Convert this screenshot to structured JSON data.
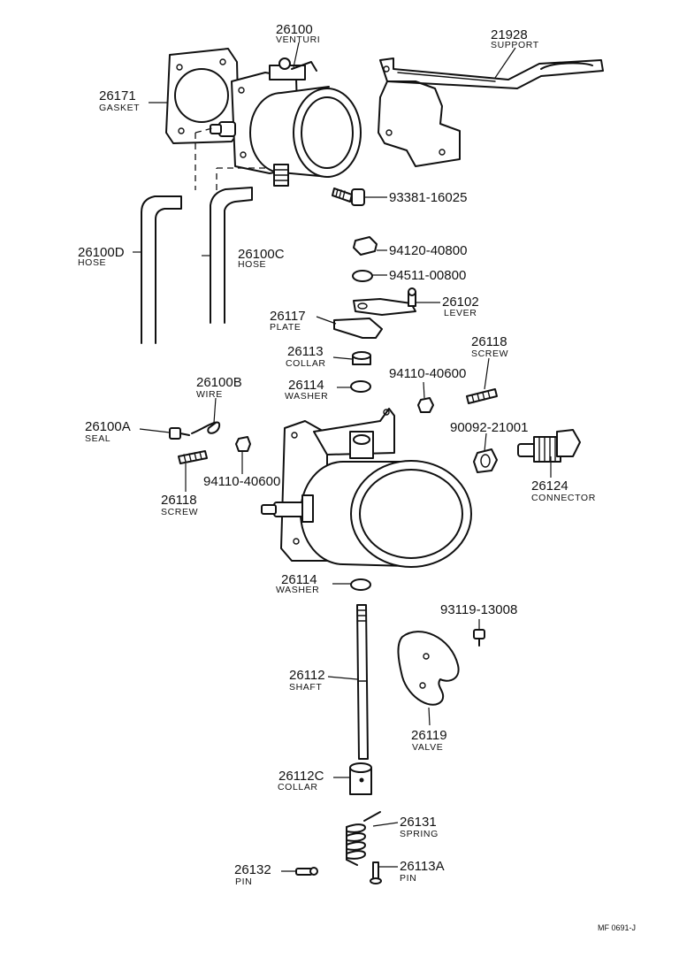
{
  "parts": [
    {
      "id": "venturi",
      "number": "26100",
      "name": "VENTURI"
    },
    {
      "id": "support",
      "number": "21928",
      "name": "SUPPORT"
    },
    {
      "id": "gasket",
      "number": "26171",
      "name": "GASKET"
    },
    {
      "id": "screw-93381",
      "number": "93381-16025",
      "name": ""
    },
    {
      "id": "hose-d",
      "number": "26100D",
      "name": "HOSE"
    },
    {
      "id": "hose-c",
      "number": "26100C",
      "name": "HOSE"
    },
    {
      "id": "nut-94120",
      "number": "94120-40800",
      "name": ""
    },
    {
      "id": "washer-94511",
      "number": "94511-00800",
      "name": ""
    },
    {
      "id": "lever",
      "number": "26102",
      "name": "LEVER"
    },
    {
      "id": "plate",
      "number": "26117",
      "name": "PLATE"
    },
    {
      "id": "collar-26113",
      "number": "26113",
      "name": "COLLAR"
    },
    {
      "id": "screw-26118-right",
      "number": "26118",
      "name": "SCREW"
    },
    {
      "id": "washer-26114-top",
      "number": "26114",
      "name": "WASHER"
    },
    {
      "id": "nut-94110-right",
      "number": "94110-40600",
      "name": ""
    },
    {
      "id": "wire",
      "number": "26100B",
      "name": "WIRE"
    },
    {
      "id": "seal",
      "number": "26100A",
      "name": "SEAL"
    },
    {
      "id": "nut-90092",
      "number": "90092-21001",
      "name": ""
    },
    {
      "id": "screw-26118-left",
      "number": "26118",
      "name": "SCREW"
    },
    {
      "id": "nut-94110-left",
      "number": "94110-40600",
      "name": ""
    },
    {
      "id": "connector",
      "number": "26124",
      "name": "CONNECTOR"
    },
    {
      "id": "washer-26114-bottom",
      "number": "26114",
      "name": "WASHER"
    },
    {
      "id": "screw-93119",
      "number": "93119-13008",
      "name": ""
    },
    {
      "id": "shaft",
      "number": "26112",
      "name": "SHAFT"
    },
    {
      "id": "valve",
      "number": "26119",
      "name": "VALVE"
    },
    {
      "id": "collar-26112c",
      "number": "26112C",
      "name": "COLLAR"
    },
    {
      "id": "spring",
      "number": "26131",
      "name": "SPRING"
    },
    {
      "id": "pin-26132",
      "number": "26132",
      "name": "PIN"
    },
    {
      "id": "pin-26113a",
      "number": "26113A",
      "name": "PIN"
    }
  ],
  "footer": {
    "code": "MF 0691-J"
  }
}
